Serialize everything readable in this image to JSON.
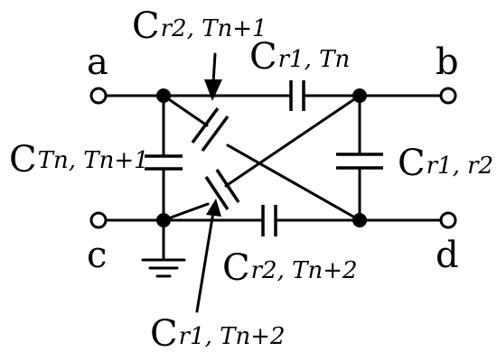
{
  "terminals": {
    "a": "a",
    "b": "b",
    "c": "c",
    "d": "d"
  },
  "capacitors": {
    "c_r2_tn1": {
      "main": "C",
      "sub": "r2, Tn+1"
    },
    "c_r1_tn": {
      "main": "C",
      "sub": "r1, Tn"
    },
    "c_tn_tn1": {
      "main": "C",
      "sub": "Tn, Tn+1"
    },
    "c_r1_r2": {
      "main": "C",
      "sub": "r1, r2"
    },
    "c_r2_tn2": {
      "main": "C",
      "sub": "r2, Tn+2"
    },
    "c_r1_tn2": {
      "main": "C",
      "sub": "r1, Tn+2"
    }
  }
}
